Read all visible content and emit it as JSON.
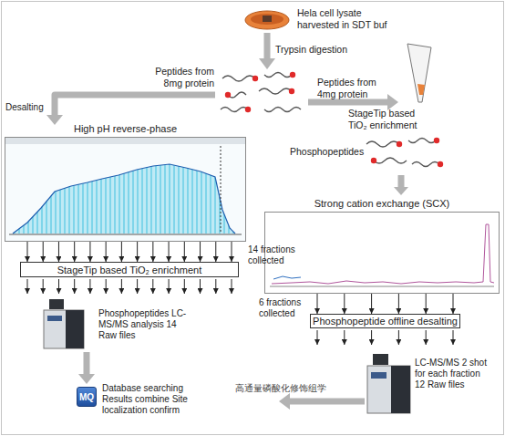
{
  "diagram": {
    "nodes": [
      {
        "text": [
          "High pH reverse-phase"
        ]
      },
      {
        "text": [
          "Strong cation exchange (SCX)"
        ]
      },
      {
        "text": [
          "StageTip based TiO₂ enrichment"
        ]
      },
      {
        "text": [
          "Phosphopeptide offline desalting"
        ]
      },
      {
        "text": [
          "MQ"
        ]
      }
    ],
    "edges": [
      {
        "from": 0,
        "to": 2,
        "arrow": "to"
      },
      {
        "from": 0,
        "to": 2,
        "arrow": "to"
      },
      {
        "from": 0,
        "to": 2,
        "arrow": "to"
      },
      {
        "from": 0,
        "to": 2,
        "arrow": "to"
      },
      {
        "from": 0,
        "to": 2,
        "arrow": "to"
      },
      {
        "from": 0,
        "to": 2,
        "arrow": "to"
      },
      {
        "from": 0,
        "to": 2,
        "arrow": "to"
      },
      {
        "from": 0,
        "to": 2,
        "arrow": "to"
      },
      {
        "from": 0,
        "to": 2,
        "arrow": "to"
      },
      {
        "from": 0,
        "to": 2,
        "arrow": "to"
      },
      {
        "from": 0,
        "to": 2,
        "arrow": "to"
      },
      {
        "from": 0,
        "to": 2,
        "arrow": "to"
      },
      {
        "from": 0,
        "to": 2,
        "arrow": "to"
      },
      {
        "from": 0,
        "to": 2,
        "arrow": "to"
      },
      {
        "from": 1,
        "to": 3,
        "arrow": "to"
      },
      {
        "from": 1,
        "to": 3,
        "arrow": "to"
      },
      {
        "from": 1,
        "to": 3,
        "arrow": "to"
      },
      {
        "from": 1,
        "to": 3,
        "arrow": "to"
      },
      {
        "from": 1,
        "to": 3,
        "arrow": "to"
      },
      {
        "from": 1,
        "to": 3,
        "arrow": "to"
      }
    ],
    "labels": [
      "Hela cell lysate harvested in SDT buf",
      "Trypsin digestion",
      "Peptides from 8mg protein",
      "Peptides from 4mg protein",
      "Desalting",
      "StageTip based TiO₂ enrichment",
      "Phosphopeptides",
      "14 fractions collected",
      "6 fractions collected",
      "Phosphopeptides LC-MS/MS analysis 14 Raw files",
      "LC-MS/MS 2 shot for each fraction 12 Raw files",
      "高通量磷酸化修饰组学",
      "Database searching Results combine Site localization confirm"
    ]
  }
}
